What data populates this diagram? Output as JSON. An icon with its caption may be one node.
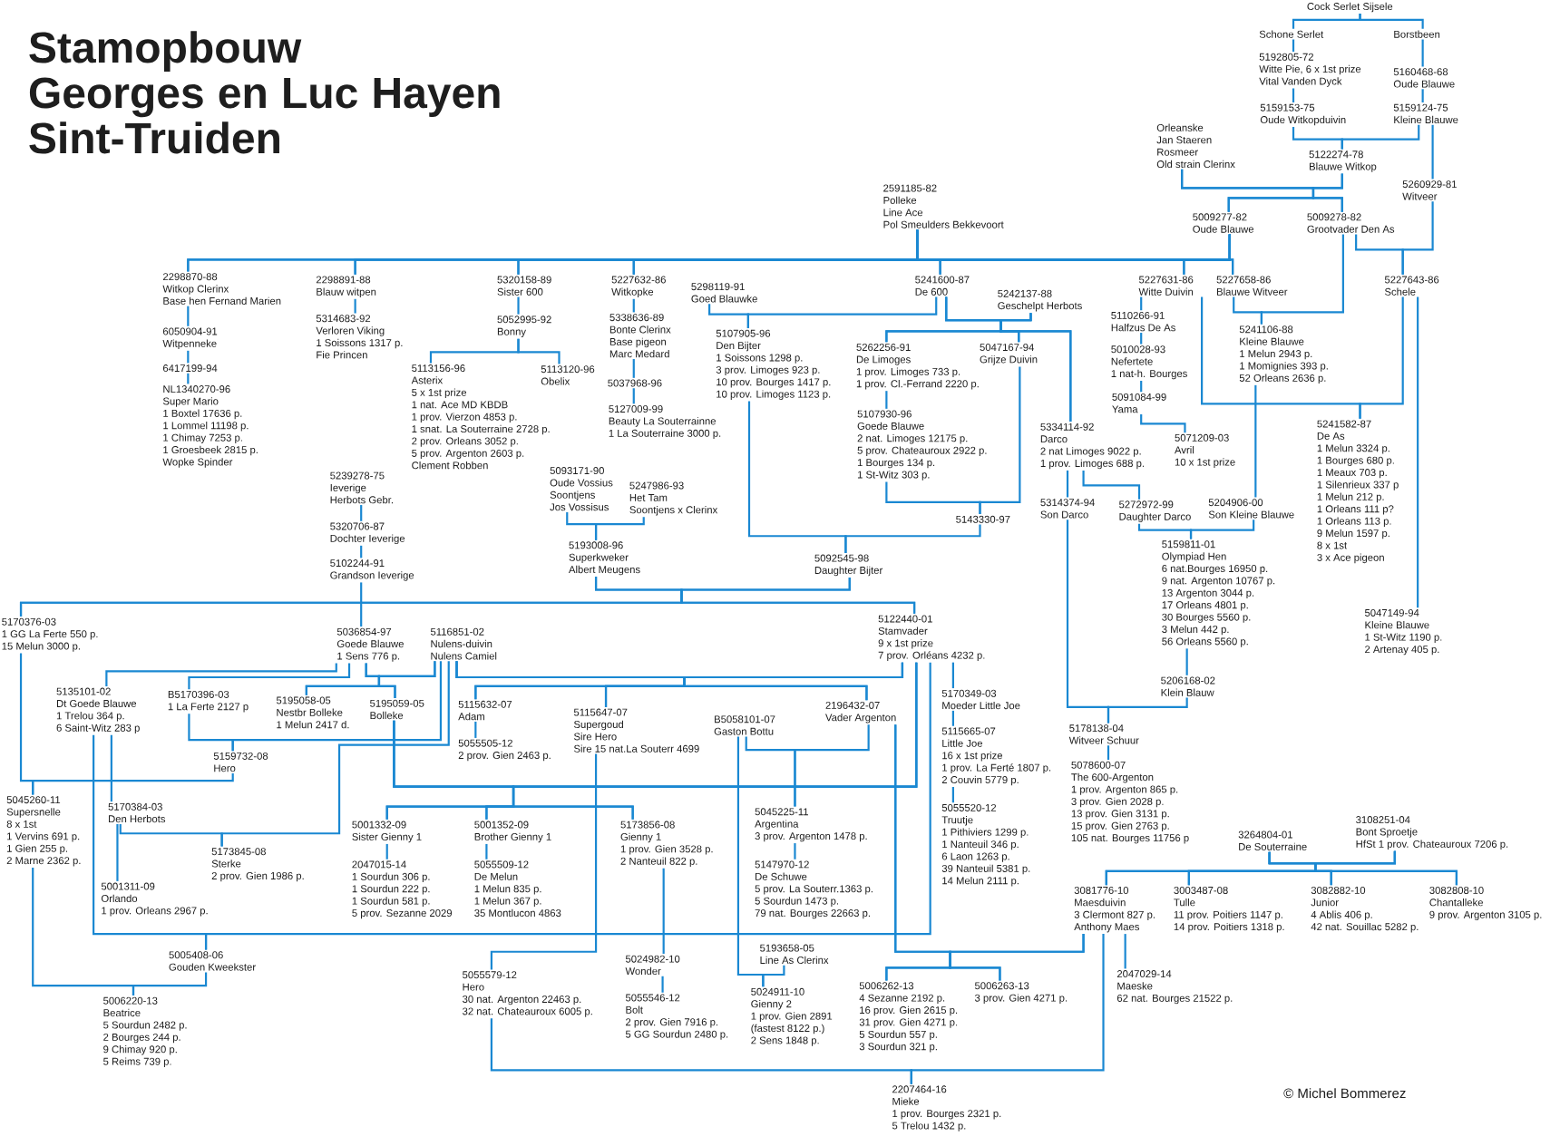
{
  "diagram": {
    "title": "Stamopbouw Georges en Luc Hayen Sint-Truiden",
    "nodes": [
      {
        "text": [
          "Cock Serlet Sijsele"
        ]
      },
      {
        "text": [
          "Schone Serlet"
        ]
      },
      {
        "text": [
          "Borstbeen"
        ]
      },
      {
        "text": [
          "5192805-72",
          "Witte Pie, 6 x 1st prize",
          "Vital Vanden Dyck"
        ]
      },
      {
        "text": [
          "5160468-68",
          "Oude Blauwe"
        ]
      },
      {
        "text": [
          "5159153-75",
          "Oude Witkopduivin"
        ]
      },
      {
        "text": [
          "5159124-75",
          "Kleine Blauwe"
        ]
      },
      {
        "text": [
          "Orleanske",
          "Jan Staeren",
          "Rosmeer",
          "Old strain Clerinx"
        ]
      },
      {
        "text": [
          "5122274-78",
          "Blauwe Witkop"
        ]
      },
      {
        "text": [
          "5260929-81",
          "Witveer"
        ]
      },
      {
        "text": [
          "2591185-82",
          "Polleke",
          "Line Ace",
          "Pol Smeulders Bekkevoort"
        ]
      },
      {
        "text": [
          "5009277-82",
          "Oude Blauwe"
        ]
      },
      {
        "text": [
          "5009278-82",
          "Grootvader Den As"
        ]
      },
      {
        "text": [
          "2298870-88",
          "Witkop Clerinx",
          "Base hen Fernand Marien"
        ]
      },
      {
        "text": [
          "2298891-88",
          "Blauw witpen"
        ]
      },
      {
        "text": [
          "5320158-89",
          "Sister 600"
        ]
      },
      {
        "text": [
          "5227632-86",
          "Witkopke"
        ]
      },
      {
        "text": [
          "5298119-91",
          "Goed Blauwke"
        ]
      },
      {
        "text": [
          "5241600-87",
          "De 600"
        ]
      },
      {
        "text": [
          "5242137-88",
          "Geschelpt Herbots"
        ]
      },
      {
        "text": [
          "5227631-86",
          "Witte Duivin"
        ]
      },
      {
        "text": [
          "5227658-86",
          "Blauwe Witveer"
        ]
      },
      {
        "text": [
          "5227643-86",
          "Schele"
        ]
      },
      {
        "text": [
          "6050904-91",
          "Witpenneke"
        ]
      },
      {
        "text": [
          "6417199-94"
        ]
      },
      {
        "text": [
          "NL1340270-96",
          "Super Mario",
          "1 Boxtel 17636 p.",
          "1 Lommel 11198 p.",
          "1 Chimay 7253 p.",
          "1 Groesbeek 2815 p.",
          "Wopke Spinder"
        ]
      },
      {
        "text": [
          "5314683-92",
          "Verloren Viking",
          "1 Soissons 1317 p.",
          "Fie Princen"
        ]
      },
      {
        "text": [
          "5052995-92",
          "Bonny"
        ]
      },
      {
        "text": [
          "5113156-96",
          "Asterix",
          "5 x 1st prize",
          "1 nat. Ace MD KBDB",
          "1 prov. Vierzon 4853 p.",
          "1 snat. La Souterraine 2728 p.",
          "2 prov. Orleans 3052 p.",
          "5 prov. Argenton 2603 p.",
          "Clement Robben"
        ]
      },
      {
        "text": [
          "5113120-96",
          "Obelix"
        ]
      },
      {
        "text": [
          "5338636-89",
          "Bonte Clerinx",
          "Base pigeon",
          "Marc Medard"
        ]
      },
      {
        "text": [
          "5037968-96"
        ]
      },
      {
        "text": [
          "5127009-99",
          "Beauty La Souterrainne",
          "1 La Souterraine 3000 p."
        ]
      },
      {
        "text": [
          "5107905-96",
          "Den Bijter",
          "1 Soissons 1298 p.",
          "3 prov. Limoges 923 p.",
          "10 prov. Bourges 1417 p.",
          "10 prov. Limoges 1123 p."
        ]
      },
      {
        "text": [
          "5262256-91",
          "De Limoges",
          "1 prov. Limoges 733 p.",
          "1 prov. Cl.-Ferrand 2220 p."
        ]
      },
      {
        "text": [
          "5047167-94",
          "Grijze Duivin"
        ]
      },
      {
        "text": [
          "5334114-92",
          "Darco",
          "2 nat Limoges 9022 p.",
          "1 prov. Limoges 688 p."
        ]
      },
      {
        "text": [
          "5107930-96",
          "Goede Blauwe",
          "2 nat. Limoges 12175 p.",
          "5 prov. Chateauroux 2922 p.",
          "1 Bourges 134 p.",
          "1 St-Witz 303 p."
        ]
      },
      {
        "text": [
          "5143330-97"
        ]
      },
      {
        "text": [
          "5110266-91",
          "Halfzus De As"
        ]
      },
      {
        "text": [
          "5010028-93",
          "Nefertete",
          "1 nat-h. Bourges"
        ]
      },
      {
        "text": [
          "5091084-99",
          "Yama"
        ]
      },
      {
        "text": [
          "5071209-03",
          "Avril",
          "10 x 1st prize"
        ]
      },
      {
        "text": [
          "5241106-88",
          "Kleine Blauwe",
          "1 Melun 2943 p.",
          "1 Momignies 393 p.",
          "52 Orleans 2636 p."
        ]
      },
      {
        "text": [
          "5241582-87",
          "De As",
          "1 Melun 3324 p.",
          "1 Bourges 680 p.",
          "1 Meaux 703 p.",
          "1 Silenrieux 337 p",
          "1 Melun 212 p.",
          "1 Orleans 111 p?",
          "1 Orleans 113 p.",
          "9 Melun 1597 p.",
          "8 x 1st",
          "3 x Ace pigeon"
        ]
      },
      {
        "text": [
          "5047149-94",
          "Kleine Blauwe",
          "1 St-Witz 1190 p.",
          "2 Artenay 405 p."
        ]
      },
      {
        "text": [
          "5314374-94",
          "Son Darco"
        ]
      },
      {
        "text": [
          "5272972-99",
          "Daughter Darco"
        ]
      },
      {
        "text": [
          "5204906-00",
          "Son Kleine Blauwe"
        ]
      },
      {
        "text": [
          "5159811-01",
          "Olympiad Hen",
          "6 nat.Bourges 16950 p.",
          "9 nat. Argenton 10767 p.",
          "13 Argenton 3044 p.",
          "17 Orleans 4801 p.",
          "30 Bourges 5560 p.",
          "3 Melun 442 p.",
          "56 Orleans 5560 p."
        ]
      },
      {
        "text": [
          "5206168-02",
          "Klein Blauw"
        ]
      },
      {
        "text": [
          "5178138-04",
          "Witveer Schuur"
        ]
      },
      {
        "text": [
          "5078600-07",
          "The 600-Argenton",
          "1 prov. Argenton 865 p.",
          "3 prov. Gien 2028 p.",
          "13 prov. Gien 3131 p.",
          "15 prov. Gien 2763 p.",
          "105 nat. Bourges 11756 p"
        ]
      },
      {
        "text": [
          "5239278-75",
          "Ieverige",
          "Herbots Gebr."
        ]
      },
      {
        "text": [
          "5320706-87",
          "Dochter Ieverige"
        ]
      },
      {
        "text": [
          "5102244-91",
          "Grandson Ieverige"
        ]
      },
      {
        "text": [
          "5093171-90",
          "Oude Vossius",
          "Soontjens",
          "Jos Vossisus"
        ]
      },
      {
        "text": [
          "5247986-93",
          "Het Tam",
          "Soontjens x Clerinx"
        ]
      },
      {
        "text": [
          "5193008-96",
          "Superkweker",
          "Albert Meugens"
        ]
      },
      {
        "text": [
          "5092545-98",
          "Daughter Bijter"
        ]
      },
      {
        "text": [
          "5170376-03",
          "1 GG La Ferte 550 p.",
          "15 Melun 3000 p."
        ]
      },
      {
        "text": [
          "5036854-97",
          "Goede Blauwe",
          "1 Sens 776 p."
        ]
      },
      {
        "text": [
          "5116851-02",
          "Nulens-duivin",
          "Nulens Camiel"
        ]
      },
      {
        "text": [
          "5122440-01",
          "Stamvader",
          "9 x 1st prize",
          "7 prov. Orléans 4232 p."
        ]
      },
      {
        "text": [
          "5135101-02",
          "Dt Goede Blauwe",
          "1 Trelou 364 p.",
          "6 Saint-Witz 283 p"
        ]
      },
      {
        "text": [
          "B5170396-03",
          "1 La Ferte 2127 p"
        ]
      },
      {
        "text": [
          "5195058-05",
          "Nestbr Bolleke",
          "1 Melun 2417 d."
        ]
      },
      {
        "text": [
          "5195059-05",
          "Bolleke"
        ]
      },
      {
        "text": [
          "5159732-08",
          "Hero"
        ]
      },
      {
        "text": [
          "5170384-03",
          "Den Herbots"
        ]
      },
      {
        "text": [
          "5173845-08",
          "Sterke",
          "2 prov. Gien 1986 p."
        ]
      },
      {
        "text": [
          "5115632-07",
          "Adam"
        ]
      },
      {
        "text": [
          "5115647-07",
          "Supergoud",
          "Sire Hero",
          "Sire 15 nat.La Souterr 4699"
        ]
      },
      {
        "text": [
          "B5058101-07",
          "Gaston Bottu"
        ]
      },
      {
        "text": [
          "2196432-07",
          "Vader Argenton"
        ]
      },
      {
        "text": [
          "5001332-09",
          "Sister Gienny 1"
        ]
      },
      {
        "text": [
          "5001352-09",
          "Brother Gienny 1"
        ]
      },
      {
        "text": [
          "5173856-08",
          "Gienny 1",
          "1 prov. Gien 3528 p.",
          "2 Nanteuil 822 p."
        ]
      },
      {
        "text": [
          "5005408-06",
          "Gouden Kweekster"
        ]
      },
      {
        "text": [
          "5170349-03",
          "Moeder Little Joe"
        ]
      },
      {
        "text": [
          "5115665-07",
          "Little Joe",
          "16 x 1st prize",
          "1 prov. La Ferté 1807 p.",
          "2 Couvin 5779 p."
        ]
      },
      {
        "text": [
          "5055520-12",
          "Truutje",
          "1 Pithiviers 1299 p.",
          "1 Nanteuil 346 p.",
          "6 Laon 1263 p.",
          "39 Nanteuil 5381 p.",
          "14 Melun 2111 p."
        ]
      },
      {
        "text": [
          "5045260-11",
          "Supersnelle",
          "8 x 1st",
          "1 Vervins 691 p.",
          "1 Gien 255 p.",
          "2 Marne 2362 p."
        ]
      },
      {
        "text": [
          "5001311-09",
          "Orlando",
          "1 prov. Orleans 2967 p."
        ]
      },
      {
        "text": [
          "5006220-13",
          "Beatrice",
          "5 Sourdun 2482 p.",
          "2 Bourges 244 p.",
          "9 Chimay 920 p.",
          "5 Reims 739 p."
        ]
      },
      {
        "text": [
          "5055579-12",
          "Hero",
          "30 nat. Argenton 22463 p.",
          "32 nat. Chateauroux 6005 p."
        ]
      },
      {
        "text": [
          "5024982-10",
          "Wonder"
        ]
      },
      {
        "text": [
          "5055546-12",
          "Bolt",
          "2 prov. Gien 7916 p.",
          "5 GG Sourdun 2480 p."
        ]
      },
      {
        "text": [
          "5193658-05",
          "Line As Clerinx"
        ]
      },
      {
        "text": [
          "5024911-10",
          "Gienny 2",
          "1 prov. Gien 2891",
          "(fastest 8122 p.)",
          "2 Sens 1848 p."
        ]
      },
      {
        "text": [
          "5045225-11",
          "Argentina",
          "3 prov. Argenton 1478 p."
        ]
      },
      {
        "text": [
          "5147970-12",
          "De Schuwe",
          "5 prov. La Souterr.1363 p.",
          "5 Sourdun 1473 p.",
          "79 nat. Bourges 22663 p."
        ]
      },
      {
        "text": [
          "5006262-13",
          "4 Sezanne 2192 p.",
          "16 prov. Gien 2615 p.",
          "31 prov. Gien 4271 p.",
          "5 Sourdun 557 p.",
          "3 Sourdun 321 p."
        ]
      },
      {
        "text": [
          "5006263-13",
          "3 prov. Gien 4271 p."
        ]
      },
      {
        "text": [
          "2207464-16",
          "Mieke",
          "1 prov. Bourges 2321 p.",
          "5 Trelou 1432 p."
        ]
      },
      {
        "text": [
          "3264804-01",
          "De Souterraine"
        ]
      },
      {
        "text": [
          "3108251-04",
          "Bont Sproetje",
          "HfSt 1 prov. Chateauroux 7206 p."
        ]
      },
      {
        "text": [
          "3081776-10",
          "Maesduivin",
          "3 Clermont 827 p.",
          "Anthony Maes"
        ]
      },
      {
        "text": [
          "3003487-08",
          "Tulle",
          "11 prov. Poitiers 1147 p.",
          "14 prov. Poitiers 1318 p."
        ]
      },
      {
        "text": [
          "3082882-10",
          "Junior",
          "4 Ablis 406 p.",
          "42 nat. Souillac 5282 p."
        ]
      },
      {
        "text": [
          "3082808-10",
          "Chantalleke",
          "9 prov. Argenton 3105 p."
        ]
      },
      {
        "text": [
          "2047029-14",
          "Maeske",
          "62 nat. Bourges 21522 p."
        ]
      },
      {
        "text": [
          "2047015-14",
          "1 Sourdun 306 p.",
          "1 Sourdun 222 p.",
          "1 Sourdun 581 p.",
          "5 prov. Sezanne 2029"
        ]
      },
      {
        "text": [
          "5055509-12",
          "De Melun",
          "1 Melun 835 p.",
          "1 Melun 367 p.",
          "35 Montlucon 4863"
        ]
      },
      {
        "text": [
          "5055505-12",
          "2 prov. Gien 2463 p."
        ]
      }
    ],
    "edges": [
      {
        "from": 0,
        "to": 1,
        "arrow": "none"
      },
      {
        "from": 0,
        "to": 2,
        "arrow": "none"
      },
      {
        "from": 1,
        "to": 3,
        "arrow": "none"
      },
      {
        "from": 2,
        "to": 4,
        "arrow": "none"
      },
      {
        "from": 3,
        "to": 5,
        "arrow": "none"
      },
      {
        "from": 4,
        "to": 6,
        "arrow": "none"
      },
      {
        "from": 5,
        "to": 8,
        "arrow": "none"
      },
      {
        "from": 6,
        "to": 8,
        "arrow": "none"
      },
      {
        "from": 6,
        "to": 9,
        "arrow": "none"
      },
      {
        "from": 7,
        "to": 11,
        "arrow": "none"
      },
      {
        "from": 7,
        "to": 12,
        "arrow": "none"
      },
      {
        "from": 8,
        "to": 11,
        "arrow": "none"
      },
      {
        "from": 8,
        "to": 12,
        "arrow": "none"
      },
      {
        "from": 10,
        "to": 13,
        "arrow": "none"
      },
      {
        "from": 10,
        "to": 14,
        "arrow": "none"
      },
      {
        "from": 10,
        "to": 15,
        "arrow": "none"
      },
      {
        "from": 10,
        "to": 16,
        "arrow": "none"
      },
      {
        "from": 10,
        "to": 18,
        "arrow": "none"
      },
      {
        "from": 10,
        "to": 20,
        "arrow": "none"
      },
      {
        "from": 10,
        "to": 21,
        "arrow": "none"
      },
      {
        "from": 11,
        "to": 13,
        "arrow": "none"
      },
      {
        "from": 11,
        "to": 14,
        "arrow": "none"
      },
      {
        "from": 11,
        "to": 15,
        "arrow": "none"
      },
      {
        "from": 11,
        "to": 16,
        "arrow": "none"
      },
      {
        "from": 11,
        "to": 18,
        "arrow": "none"
      },
      {
        "from": 11,
        "to": 20,
        "arrow": "none"
      },
      {
        "from": 11,
        "to": 21,
        "arrow": "none"
      },
      {
        "from": 12,
        "to": 22,
        "arrow": "none"
      },
      {
        "from": 9,
        "to": 22,
        "arrow": "none"
      },
      {
        "from": 12,
        "to": 43,
        "arrow": "none"
      },
      {
        "from": 21,
        "to": 43,
        "arrow": "none"
      },
      {
        "from": 13,
        "to": 23,
        "arrow": "none"
      },
      {
        "from": 23,
        "to": 24,
        "arrow": "none"
      },
      {
        "from": 24,
        "to": 25,
        "arrow": "none"
      },
      {
        "from": 14,
        "to": 26,
        "arrow": "none"
      },
      {
        "from": 15,
        "to": 27,
        "arrow": "none"
      },
      {
        "from": 27,
        "to": 28,
        "arrow": "none"
      },
      {
        "from": 27,
        "to": 29,
        "arrow": "none"
      },
      {
        "from": 16,
        "to": 30,
        "arrow": "none"
      },
      {
        "from": 30,
        "to": 31,
        "arrow": "none"
      },
      {
        "from": 31,
        "to": 32,
        "arrow": "none"
      },
      {
        "from": 17,
        "to": 33,
        "arrow": "none"
      },
      {
        "from": 18,
        "to": 33,
        "arrow": "none"
      },
      {
        "from": 18,
        "to": 34,
        "arrow": "none"
      },
      {
        "from": 18,
        "to": 35,
        "arrow": "none"
      },
      {
        "from": 18,
        "to": 36,
        "arrow": "none"
      },
      {
        "from": 19,
        "to": 34,
        "arrow": "none"
      },
      {
        "from": 19,
        "to": 35,
        "arrow": "none"
      },
      {
        "from": 19,
        "to": 36,
        "arrow": "none"
      },
      {
        "from": 34,
        "to": 37,
        "arrow": "none"
      },
      {
        "from": 37,
        "to": 38,
        "arrow": "none"
      },
      {
        "from": 35,
        "to": 38,
        "arrow": "none"
      },
      {
        "from": 20,
        "to": 39,
        "arrow": "none"
      },
      {
        "from": 39,
        "to": 40,
        "arrow": "none"
      },
      {
        "from": 40,
        "to": 41,
        "arrow": "none"
      },
      {
        "from": 41,
        "to": 42,
        "arrow": "none"
      },
      {
        "from": 20,
        "to": 44,
        "arrow": "none"
      },
      {
        "from": 22,
        "to": 44,
        "arrow": "none"
      },
      {
        "from": 22,
        "to": 45,
        "arrow": "none"
      },
      {
        "from": 36,
        "to": 46,
        "arrow": "none"
      },
      {
        "from": 36,
        "to": 47,
        "arrow": "none"
      },
      {
        "from": 43,
        "to": 48,
        "arrow": "none"
      },
      {
        "from": 47,
        "to": 49,
        "arrow": "none"
      },
      {
        "from": 48,
        "to": 49,
        "arrow": "none"
      },
      {
        "from": 49,
        "to": 50,
        "arrow": "none"
      },
      {
        "from": 46,
        "to": 51,
        "arrow": "none"
      },
      {
        "from": 50,
        "to": 51,
        "arrow": "none"
      },
      {
        "from": 51,
        "to": 52,
        "arrow": "none"
      },
      {
        "from": 53,
        "to": 54,
        "arrow": "none"
      },
      {
        "from": 54,
        "to": 55,
        "arrow": "none"
      },
      {
        "from": 56,
        "to": 58,
        "arrow": "none"
      },
      {
        "from": 57,
        "to": 58,
        "arrow": "none"
      },
      {
        "from": 33,
        "to": 59,
        "arrow": "none"
      },
      {
        "from": 38,
        "to": 59,
        "arrow": "none"
      },
      {
        "from": 58,
        "to": 60,
        "arrow": "none"
      },
      {
        "from": 58,
        "to": 63,
        "arrow": "none"
      },
      {
        "from": 59,
        "to": 60,
        "arrow": "none"
      },
      {
        "from": 59,
        "to": 63,
        "arrow": "none"
      },
      {
        "from": 55,
        "to": 61,
        "arrow": "none"
      },
      {
        "from": 61,
        "to": 64,
        "arrow": "none"
      },
      {
        "from": 61,
        "to": 65,
        "arrow": "none"
      },
      {
        "from": 61,
        "to": 66,
        "arrow": "none"
      },
      {
        "from": 61,
        "to": 67,
        "arrow": "none"
      },
      {
        "from": 62,
        "to": 66,
        "arrow": "none"
      },
      {
        "from": 62,
        "to": 67,
        "arrow": "none"
      },
      {
        "from": 62,
        "to": 68,
        "arrow": "none"
      },
      {
        "from": 65,
        "to": 68,
        "arrow": "none"
      },
      {
        "from": 64,
        "to": 69,
        "arrow": "none"
      },
      {
        "from": 62,
        "to": 70,
        "arrow": "none"
      },
      {
        "from": 69,
        "to": 70,
        "arrow": "none"
      },
      {
        "from": 69,
        "to": 83,
        "arrow": "none"
      },
      {
        "from": 62,
        "to": 71,
        "arrow": "none"
      },
      {
        "from": 62,
        "to": 72,
        "arrow": "none"
      },
      {
        "from": 62,
        "to": 74,
        "arrow": "none"
      },
      {
        "from": 63,
        "to": 71,
        "arrow": "none"
      },
      {
        "from": 63,
        "to": 72,
        "arrow": "none"
      },
      {
        "from": 63,
        "to": 74,
        "arrow": "none"
      },
      {
        "from": 71,
        "to": 104,
        "arrow": "none"
      },
      {
        "from": 67,
        "to": 75,
        "arrow": "none"
      },
      {
        "from": 67,
        "to": 76,
        "arrow": "none"
      },
      {
        "from": 67,
        "to": 77,
        "arrow": "none"
      },
      {
        "from": 63,
        "to": 75,
        "arrow": "none"
      },
      {
        "from": 63,
        "to": 76,
        "arrow": "none"
      },
      {
        "from": 63,
        "to": 77,
        "arrow": "none"
      },
      {
        "from": 75,
        "to": 102,
        "arrow": "none"
      },
      {
        "from": 76,
        "to": 103,
        "arrow": "none"
      },
      {
        "from": 64,
        "to": 78,
        "arrow": "none"
      },
      {
        "from": 63,
        "to": 78,
        "arrow": "none"
      },
      {
        "from": 63,
        "to": 79,
        "arrow": "none"
      },
      {
        "from": 79,
        "to": 80,
        "arrow": "none"
      },
      {
        "from": 80,
        "to": 81,
        "arrow": "none"
      },
      {
        "from": 60,
        "to": 82,
        "arrow": "none"
      },
      {
        "from": 68,
        "to": 82,
        "arrow": "none"
      },
      {
        "from": 82,
        "to": 84,
        "arrow": "none"
      },
      {
        "from": 78,
        "to": 84,
        "arrow": "none"
      },
      {
        "from": 72,
        "to": 85,
        "arrow": "none"
      },
      {
        "from": 77,
        "to": 86,
        "arrow": "none"
      },
      {
        "from": 86,
        "to": 87,
        "arrow": "none"
      },
      {
        "from": 73,
        "to": 90,
        "arrow": "none"
      },
      {
        "from": 74,
        "to": 90,
        "arrow": "none"
      },
      {
        "from": 90,
        "to": 91,
        "arrow": "none"
      },
      {
        "from": 73,
        "to": 89,
        "arrow": "none"
      },
      {
        "from": 88,
        "to": 89,
        "arrow": "none"
      },
      {
        "from": 74,
        "to": 92,
        "arrow": "none"
      },
      {
        "from": 74,
        "to": 93,
        "arrow": "none"
      },
      {
        "from": 97,
        "to": 92,
        "arrow": "none"
      },
      {
        "from": 97,
        "to": 93,
        "arrow": "none"
      },
      {
        "from": 85,
        "to": 94,
        "arrow": "none"
      },
      {
        "from": 97,
        "to": 94,
        "arrow": "none"
      },
      {
        "from": 95,
        "to": 97,
        "arrow": "none"
      },
      {
        "from": 95,
        "to": 98,
        "arrow": "none"
      },
      {
        "from": 95,
        "to": 99,
        "arrow": "none"
      },
      {
        "from": 95,
        "to": 100,
        "arrow": "none"
      },
      {
        "from": 96,
        "to": 97,
        "arrow": "none"
      },
      {
        "from": 96,
        "to": 98,
        "arrow": "none"
      },
      {
        "from": 96,
        "to": 99,
        "arrow": "none"
      },
      {
        "from": 96,
        "to": 100,
        "arrow": "none"
      },
      {
        "from": 97,
        "to": 101,
        "arrow": "none"
      }
    ],
    "labels": [
      "© Michel Bommerez"
    ]
  }
}
